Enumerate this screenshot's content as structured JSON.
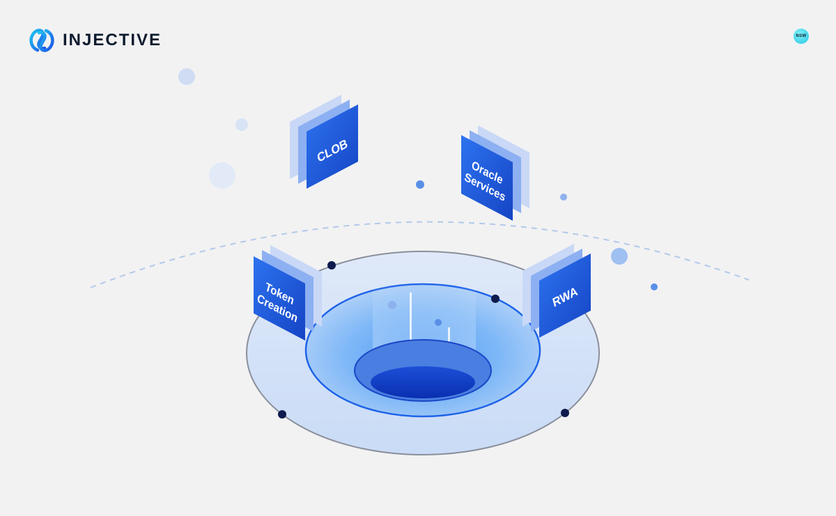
{
  "brand": {
    "name": "INJECTIVE",
    "logo_icon": "injective-logo-icon",
    "badge": "NSW"
  },
  "modules": [
    {
      "id": "clob",
      "label_lines": [
        "CLOB"
      ]
    },
    {
      "id": "oracle",
      "label_lines": [
        "Oracle",
        "Services"
      ]
    },
    {
      "id": "token",
      "label_lines": [
        "Token",
        "Creation"
      ]
    },
    {
      "id": "rwa",
      "label_lines": [
        "RWA"
      ]
    }
  ],
  "colors": {
    "background": "#f2f2f3",
    "card_blue": "#1f5fe0",
    "card_dark": "#1746c8",
    "ring_blue": "#1e63e8",
    "dot_navy": "#0d1b4d",
    "logo_gradient_start": "#1fc6f0",
    "logo_gradient_end": "#1e4fe8"
  }
}
